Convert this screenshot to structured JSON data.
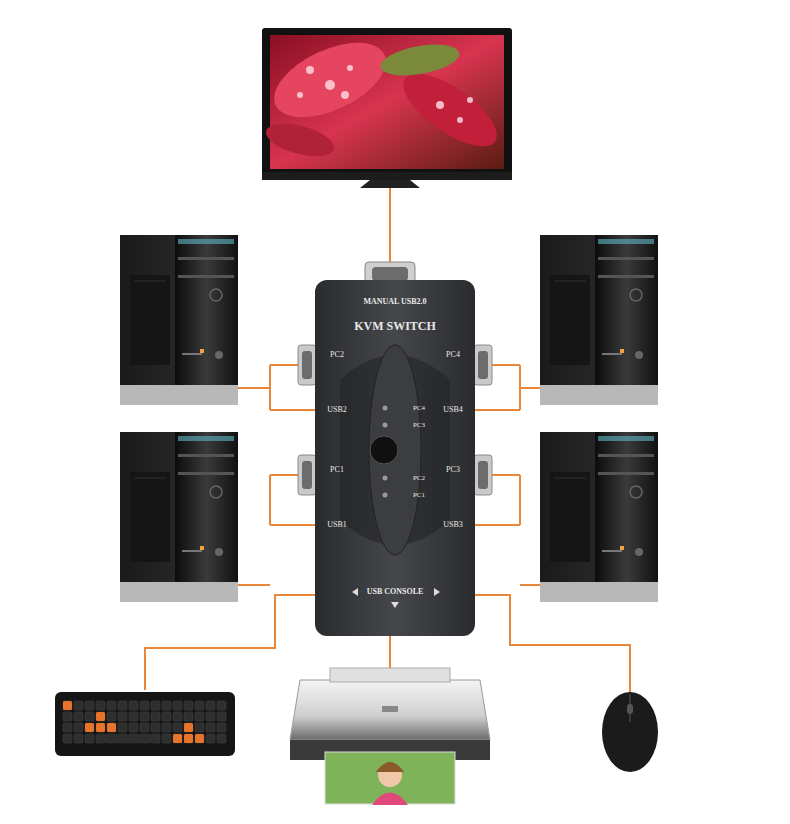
{
  "diagram": {
    "nodes": [
      {
        "text": [
          "MANUAL USB2.0",
          "KVM SWITCH",
          "PC2",
          "PC4",
          "USB2",
          "PC4",
          "USB4",
          "PC3",
          "PC2",
          "PC1",
          "PC3",
          "PC1",
          "USB1",
          "USB3",
          "USB CONSOLE"
        ]
      }
    ]
  }
}
